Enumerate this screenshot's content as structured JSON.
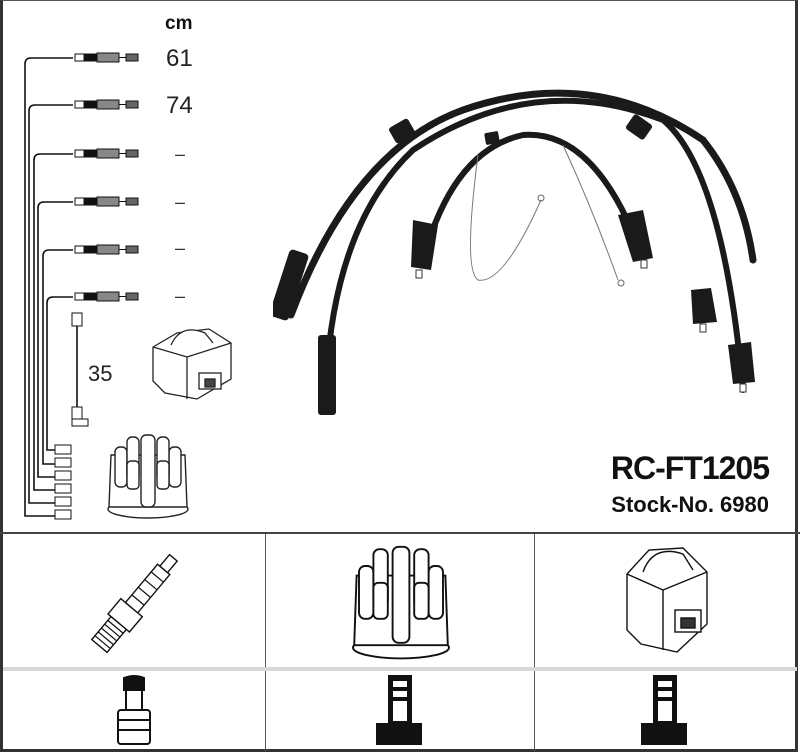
{
  "product": {
    "part_number": "RC-FT1205",
    "stock_label": "Stock-No. 6980"
  },
  "length_table": {
    "unit": "cm",
    "leads": [
      {
        "index": 1,
        "length": "61"
      },
      {
        "index": 2,
        "length": "74"
      },
      {
        "index": 3,
        "length": "–"
      },
      {
        "index": 4,
        "length": "–"
      },
      {
        "index": 5,
        "length": "–"
      },
      {
        "index": 6,
        "length": "–"
      }
    ],
    "coil_lead_length": "35"
  },
  "icons": {
    "top_panel": [
      "ignition-lead-set-photo",
      "ignition-coil-icon",
      "distributor-cap-icon",
      "lead-layout-diagram"
    ],
    "bottom_grid": {
      "row1": [
        "spark-plug-icon",
        "distributor-cap-icon",
        "ignition-coil-icon"
      ],
      "row2": [
        "spark-plug-connector-icon",
        "distributor-connector-icon",
        "coil-connector-icon"
      ]
    }
  },
  "colors": {
    "border": "#333333",
    "lead": "#1a1a1a",
    "row_divider": "#d8d8d8",
    "background": "#ffffff"
  }
}
